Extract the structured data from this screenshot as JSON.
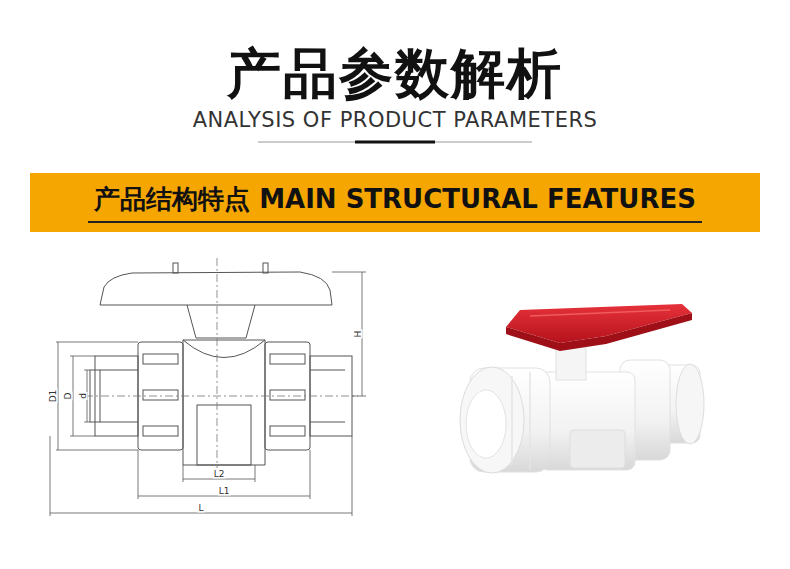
{
  "diagram": {
    "title": "产品参数解析",
    "nodes": [
      {
        "text": [
          "产品结构特点 MAIN STRUCTURAL FEATURES"
        ]
      }
    ],
    "labels": [
      "ANALYSIS OF PRODUCT PARAMETERS",
      "D1",
      "D",
      "d",
      "H",
      "L2",
      "L1",
      "L"
    ]
  }
}
